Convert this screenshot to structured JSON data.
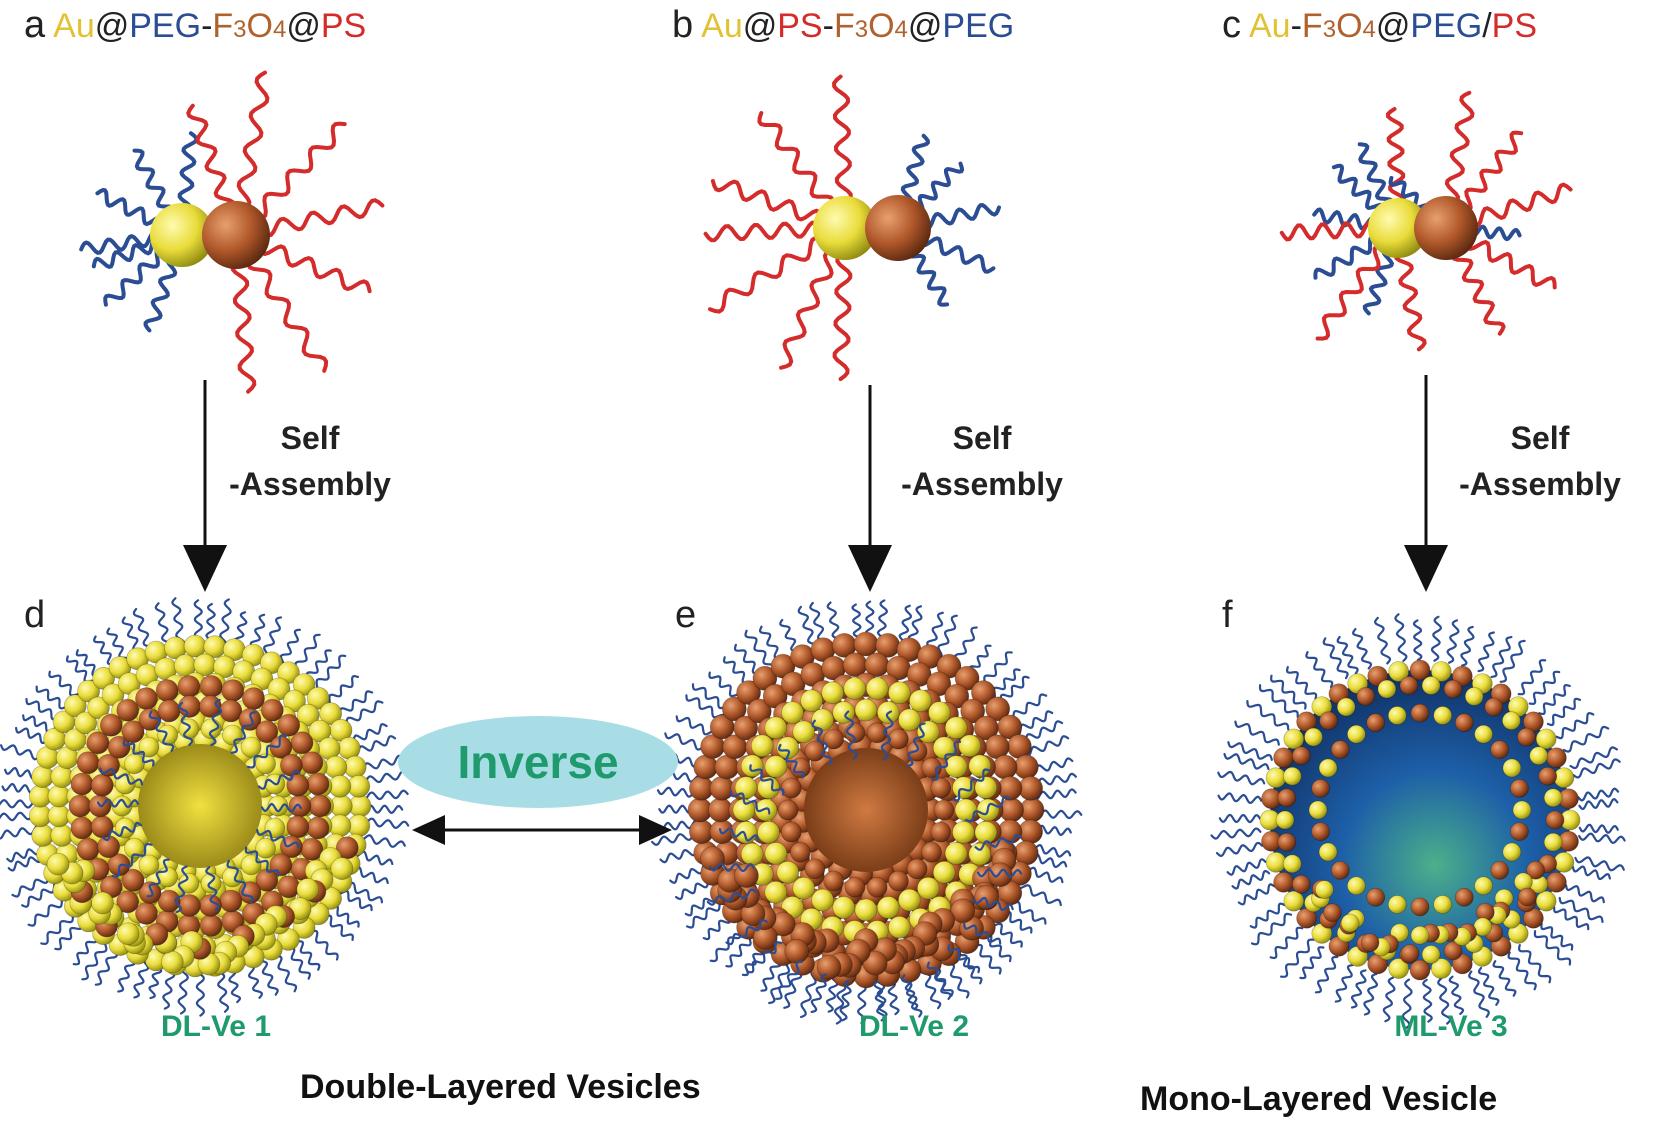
{
  "titles": [
    {
      "letter": "a",
      "parts": [
        {
          "text": "Au",
          "color": "#e2c233"
        },
        {
          "text": "@",
          "color": "#222222"
        },
        {
          "text": "PEG",
          "color": "#2b4d93"
        },
        {
          "text": "-",
          "color": "#222222"
        },
        {
          "text": "F",
          "color": "#b0622e"
        },
        {
          "text": "3",
          "color": "#b0622e",
          "sub": true
        },
        {
          "text": "O",
          "color": "#b0622e"
        },
        {
          "text": "4",
          "color": "#b0622e",
          "sub": true
        },
        {
          "text": "@",
          "color": "#222222"
        },
        {
          "text": "PS",
          "color": "#d42b2b"
        }
      ]
    },
    {
      "letter": "b",
      "parts": [
        {
          "text": "Au",
          "color": "#e2c233"
        },
        {
          "text": "@",
          "color": "#222222"
        },
        {
          "text": "PS",
          "color": "#d42b2b"
        },
        {
          "text": "-",
          "color": "#222222"
        },
        {
          "text": "F",
          "color": "#b0622e"
        },
        {
          "text": "3",
          "color": "#b0622e",
          "sub": true
        },
        {
          "text": "O",
          "color": "#b0622e"
        },
        {
          "text": "4",
          "color": "#b0622e",
          "sub": true
        },
        {
          "text": "@",
          "color": "#222222"
        },
        {
          "text": "PEG",
          "color": "#2b4d93"
        }
      ]
    },
    {
      "letter": "c",
      "parts": [
        {
          "text": "Au",
          "color": "#e2c233"
        },
        {
          "text": "-",
          "color": "#222222"
        },
        {
          "text": "F",
          "color": "#b0622e"
        },
        {
          "text": "3",
          "color": "#b0622e",
          "sub": true
        },
        {
          "text": "O",
          "color": "#b0622e"
        },
        {
          "text": "4",
          "color": "#b0622e",
          "sub": true
        },
        {
          "text": "@",
          "color": "#222222"
        },
        {
          "text": "PEG",
          "color": "#2b4d93"
        },
        {
          "text": "/",
          "color": "#222222"
        },
        {
          "text": "PS",
          "color": "#d42b2b"
        }
      ]
    }
  ],
  "steps": {
    "self_line1": "Self",
    "self_line2": "-Assembly"
  },
  "panels": {
    "d": "d",
    "e": "e",
    "f": "f"
  },
  "vesicles": {
    "dl1": "DL-Ve 1",
    "dl2": "DL-Ve 2",
    "ml3": "ML-Ve 3"
  },
  "inverse_label": "Inverse",
  "captions": {
    "double": "Double-Layered Vesicles",
    "mono": "Mono-Layered Vesicle"
  },
  "colors": {
    "gold": "#e2c233",
    "iron_oxide": "#b0622e",
    "peg": "#2b4d93",
    "ps": "#d42b2b",
    "label_green": "#1f9a6c",
    "inverse_fill": "#a9dde6"
  }
}
